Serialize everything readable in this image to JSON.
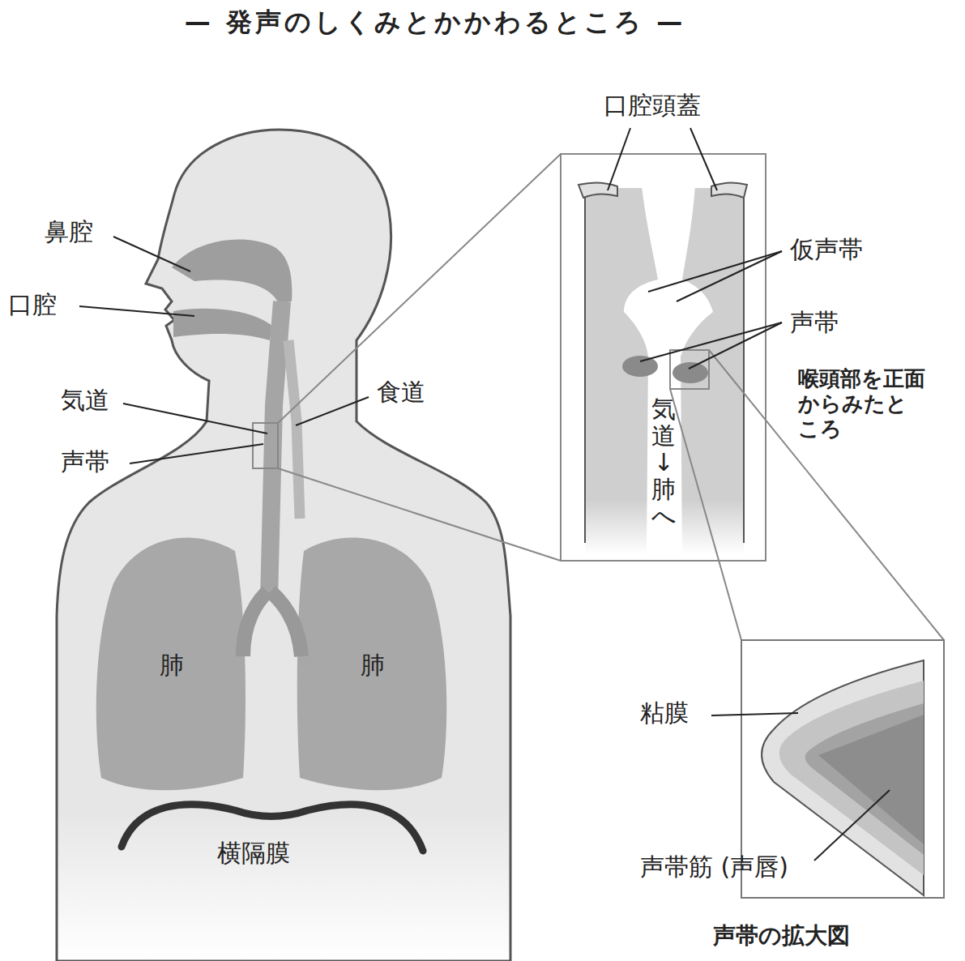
{
  "diagram": {
    "title": "— 発声のしくみとかかわるところ —",
    "labels": [
      "鼻腔",
      "口腔",
      "気道",
      "声帯",
      "食道",
      "肺",
      "肺",
      "横隔膜",
      "口腔頭蓋",
      "仮声帯",
      "声帯",
      "喉頭部を正面からみたところ",
      "気道↓肺へ",
      "粘膜",
      "声帯筋 (声唇)",
      "声帯の拡大図"
    ]
  }
}
